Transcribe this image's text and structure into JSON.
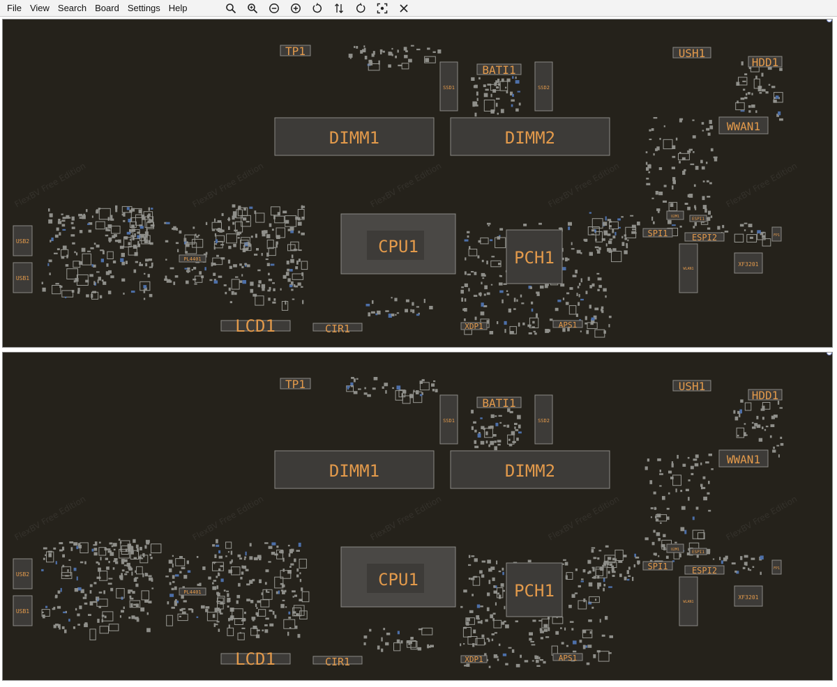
{
  "menu": {
    "file": "File",
    "view": "View",
    "search": "Search",
    "board": "Board",
    "settings": "Settings",
    "help": "Help"
  },
  "toolbar_icons": [
    "zoom-fit-icon",
    "zoom-in-icon",
    "zoom-out-icon",
    "zoom-in-plus-icon",
    "rotate-ccw-icon",
    "flip-vertical-icon",
    "rotate-cw-icon",
    "select-region-icon",
    "close-icon"
  ],
  "watermark": "FlexBV Free Edition",
  "board": {
    "components": {
      "tp1": "TP1",
      "bat1": "BATI1",
      "ssd1": "SSD1",
      "ssd2": "SSD2",
      "ush1": "USH1",
      "hdd1": "HDD1",
      "dimm1": "DIMM1",
      "dimm2": "DIMM2",
      "wwan1": "WWAN1",
      "usb2": "USB2",
      "usb1": "USB1",
      "pl4401": "PL4401",
      "cpu1": "CPU1",
      "pch1": "PCH1",
      "spi1": "SPI1",
      "espi2": "ESPI2",
      "espi1": "ESPI1",
      "u2m1": "U2M1",
      "wlan1": "WLAN1",
      "xf3201": "XF3201",
      "fp1": "FP1",
      "lcd1": "LCD1",
      "cir1": "CIR1",
      "xdp1": "XDP1",
      "aps1": "APS1"
    }
  },
  "colors": {
    "board_bg": "#25221b",
    "label": "#e39a4b",
    "component_fill": "#3d3b38",
    "component_stroke": "#8a8a86",
    "pad": "#8f8f8a",
    "pad_blue": "#4d6fa8"
  }
}
